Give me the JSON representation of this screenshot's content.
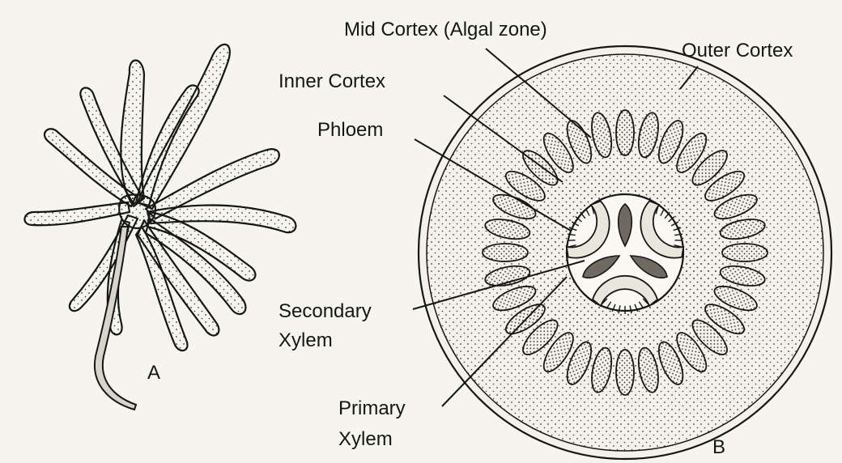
{
  "figure_a": {
    "letter": "A"
  },
  "figure_b": {
    "letter": "B",
    "labels": {
      "mid_cortex": "Mid Cortex (Algal zone)",
      "outer_cortex": "Outer Cortex",
      "inner_cortex": "Inner Cortex",
      "phloem": "Phloem",
      "secondary_xylem_1": "Secondary",
      "secondary_xylem_2": "Xylem",
      "primary_xylem_1": "Primary",
      "primary_xylem_2": "Xylem"
    }
  },
  "colors": {
    "ink": "#161616",
    "paper": "#f6f4ee",
    "stipple": "#3a3a3a"
  }
}
